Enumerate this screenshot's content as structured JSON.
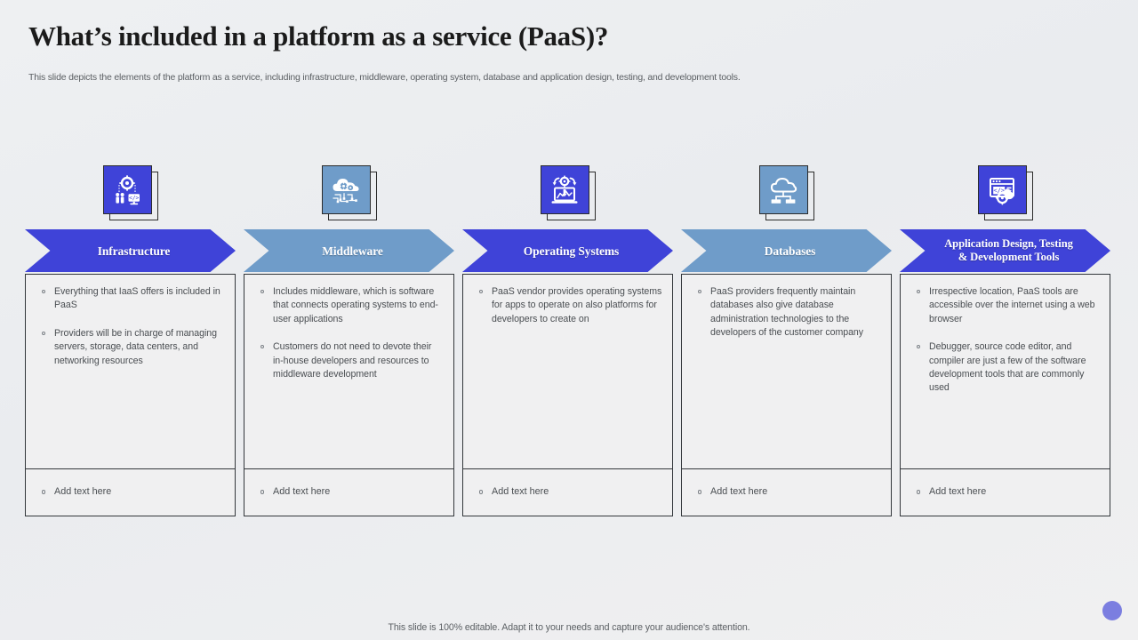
{
  "header": {
    "title": "What’s included in a platform as a service (PaaS)?",
    "subtitle": "This slide depicts the elements of the platform as a service, including infrastructure, middleware, operating system, database and application design, testing, and development tools."
  },
  "colors": {
    "accent_dark": "#3f43d8",
    "accent_light": "#6f9cc9",
    "background": "#eceef0",
    "text_body": "#4a4e52",
    "border": "#33373b",
    "corner_dot": "#7b7ee0"
  },
  "columns": [
    {
      "id": "infrastructure",
      "label": "Infrastructure",
      "theme": "dark",
      "icon": "gear-people-monitor-icon",
      "bullets": [
        "Everything that IaaS offers is included in PaaS",
        "Providers will be in charge of managing servers, storage, data centers, and networking resources"
      ],
      "note": "Add text here"
    },
    {
      "id": "middleware",
      "label": "Middleware",
      "theme": "light",
      "icon": "cloud-gears-circuit-icon",
      "bullets": [
        "Includes middleware, which is software that connects operating systems to end-user applications",
        "Customers do not need to devote their in-house developers and resources to middleware development"
      ],
      "note": "Add text here"
    },
    {
      "id": "operating-systems",
      "label": "Operating Systems",
      "theme": "dark",
      "icon": "laptop-gear-refresh-icon",
      "bullets": [
        "PaaS vendor provides operating systems for apps to operate on also platforms for developers to create on"
      ],
      "note": "Add text here"
    },
    {
      "id": "databases",
      "label": "Databases",
      "theme": "light",
      "icon": "cloud-network-nodes-icon",
      "bullets": [
        "PaaS providers frequently maintain databases also give database administration technologies to the developers of the customer company"
      ],
      "note": "Add text here"
    },
    {
      "id": "application-design-testing-development-tools",
      "label": "Application Design, Testing & Development Tools",
      "label_line1": "Application Design, Testing",
      "label_line2": "& Development Tools",
      "theme": "dark",
      "icon": "browser-code-wrench-icon",
      "bullets": [
        "Irrespective location, PaaS tools are accessible over the internet using a web browser",
        "Debugger, source code editor, and compiler are just a few of the software development tools that are commonly used"
      ],
      "note": "Add text here"
    }
  ],
  "footer": {
    "note": "This slide is 100% editable. Adapt it to your needs and capture your audience's attention."
  }
}
